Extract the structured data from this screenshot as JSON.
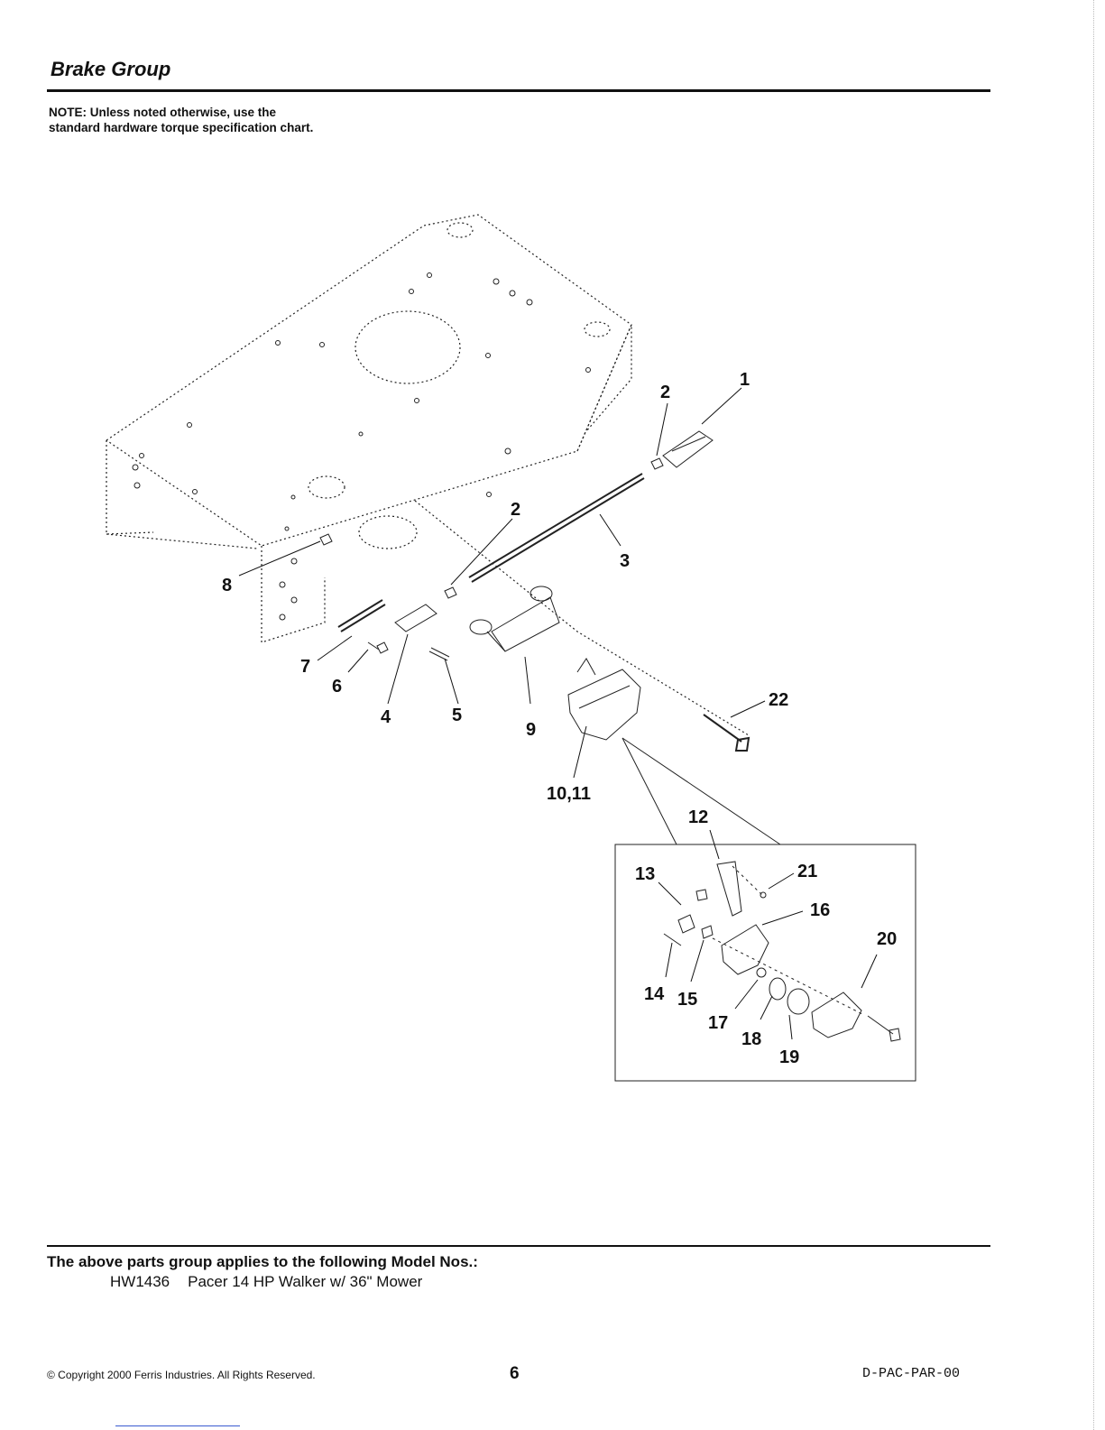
{
  "header": {
    "title": "Brake Group",
    "note": "NOTE: Unless noted otherwise, use the standard hardware torque specification chart."
  },
  "diagram": {
    "callouts": [
      "1",
      "2",
      "2",
      "3",
      "4",
      "5",
      "6",
      "7",
      "8",
      "9",
      "10,11",
      "12",
      "13",
      "14",
      "15",
      "16",
      "17",
      "18",
      "19",
      "20",
      "21",
      "22"
    ]
  },
  "models": {
    "heading": "The above parts group applies to the following Model Nos.:",
    "rows": [
      {
        "model": "HW1436",
        "description": "Pacer 14 HP Walker w/ 36\" Mower"
      }
    ]
  },
  "footer": {
    "copyright": "© Copyright 2000 Ferris Industries. All Rights Reserved.",
    "page_number": "6",
    "doc_code": "D-PAC-PAR-00"
  }
}
